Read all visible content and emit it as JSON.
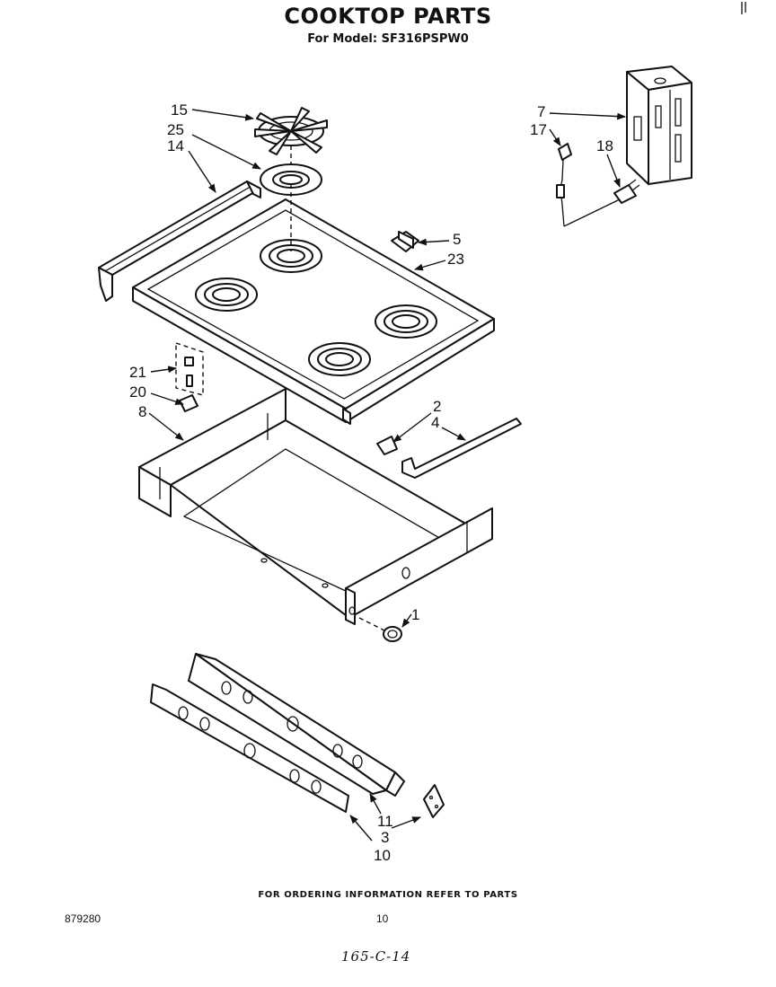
{
  "header": {
    "title": "COOKTOP PARTS",
    "subtitle": "For Model: SF316PSPW0"
  },
  "footer": {
    "ordering_note": "FOR ORDERING INFORMATION REFER TO PARTS",
    "document_number": "879280",
    "page_number": "10",
    "handwritten_code": "165-C-14"
  },
  "callouts": {
    "p15": "15",
    "p25": "25",
    "p14": "14",
    "p7": "7",
    "p17": "17",
    "p18": "18",
    "p5": "5",
    "p23": "23",
    "p21": "21",
    "p20": "20",
    "p8": "8",
    "p2": "2",
    "p4": "4",
    "p1": "1",
    "p11": "11",
    "p3": "3",
    "p10": "10"
  }
}
